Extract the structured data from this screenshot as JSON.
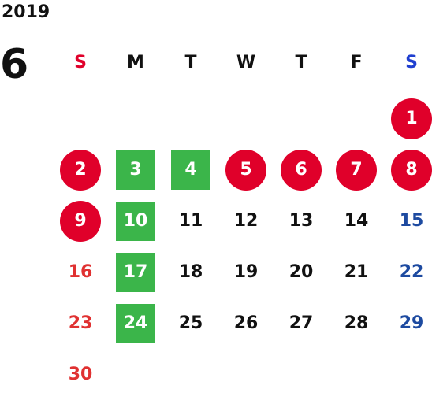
{
  "calendar": {
    "year": "2019",
    "month": "6",
    "weekdays": [
      {
        "label": "S",
        "color": "#e0002a"
      },
      {
        "label": "M",
        "color": "#111111"
      },
      {
        "label": "T",
        "color": "#111111"
      },
      {
        "label": "W",
        "color": "#111111"
      },
      {
        "label": "T",
        "color": "#111111"
      },
      {
        "label": "F",
        "color": "#111111"
      },
      {
        "label": "S",
        "color": "#1f3fd0"
      }
    ],
    "first_weekday_index": 6,
    "days_in_month": 30,
    "holiday_days": [
      1,
      2,
      5,
      6,
      7,
      8,
      9
    ],
    "event_days": [
      3,
      4,
      10,
      17,
      24
    ],
    "colors": {
      "holiday_bg": "#e0002a",
      "event_bg": "#3bb54a",
      "sunday_text": "#e03131",
      "saturday_text": "#1d4aa0",
      "weekday_text": "#111111"
    }
  }
}
